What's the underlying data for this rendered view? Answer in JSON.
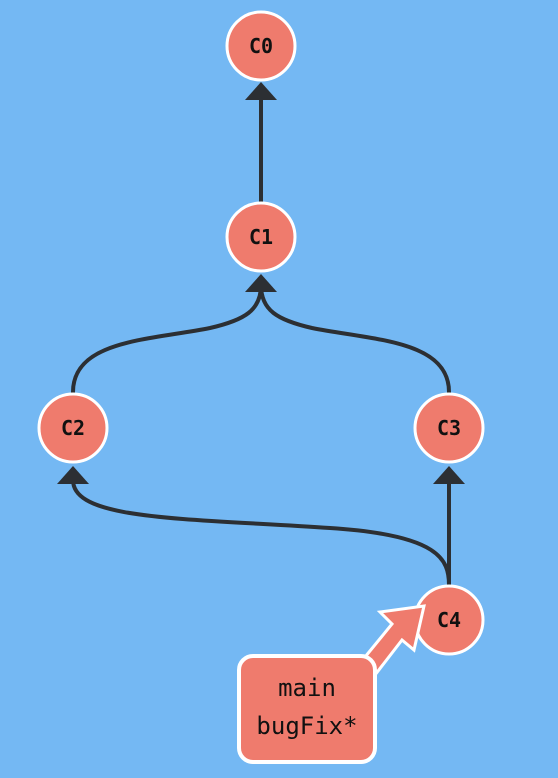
{
  "colors": {
    "background": "#74b8f3",
    "commit_fill": "#ef7b6d",
    "commit_stroke": "#ffffff",
    "edge": "#2c2f33",
    "branch_fill": "#ef7b6d"
  },
  "commits": [
    {
      "id": "C0",
      "label": "C0"
    },
    {
      "id": "C1",
      "label": "C1",
      "parents": [
        "C0"
      ]
    },
    {
      "id": "C2",
      "label": "C2",
      "parents": [
        "C1"
      ]
    },
    {
      "id": "C3",
      "label": "C3",
      "parents": [
        "C1"
      ]
    },
    {
      "id": "C4",
      "label": "C4",
      "parents": [
        "C2",
        "C3"
      ]
    }
  ],
  "branch_label": {
    "points_to": "C4",
    "lines": [
      "main",
      "bugFix*"
    ]
  }
}
